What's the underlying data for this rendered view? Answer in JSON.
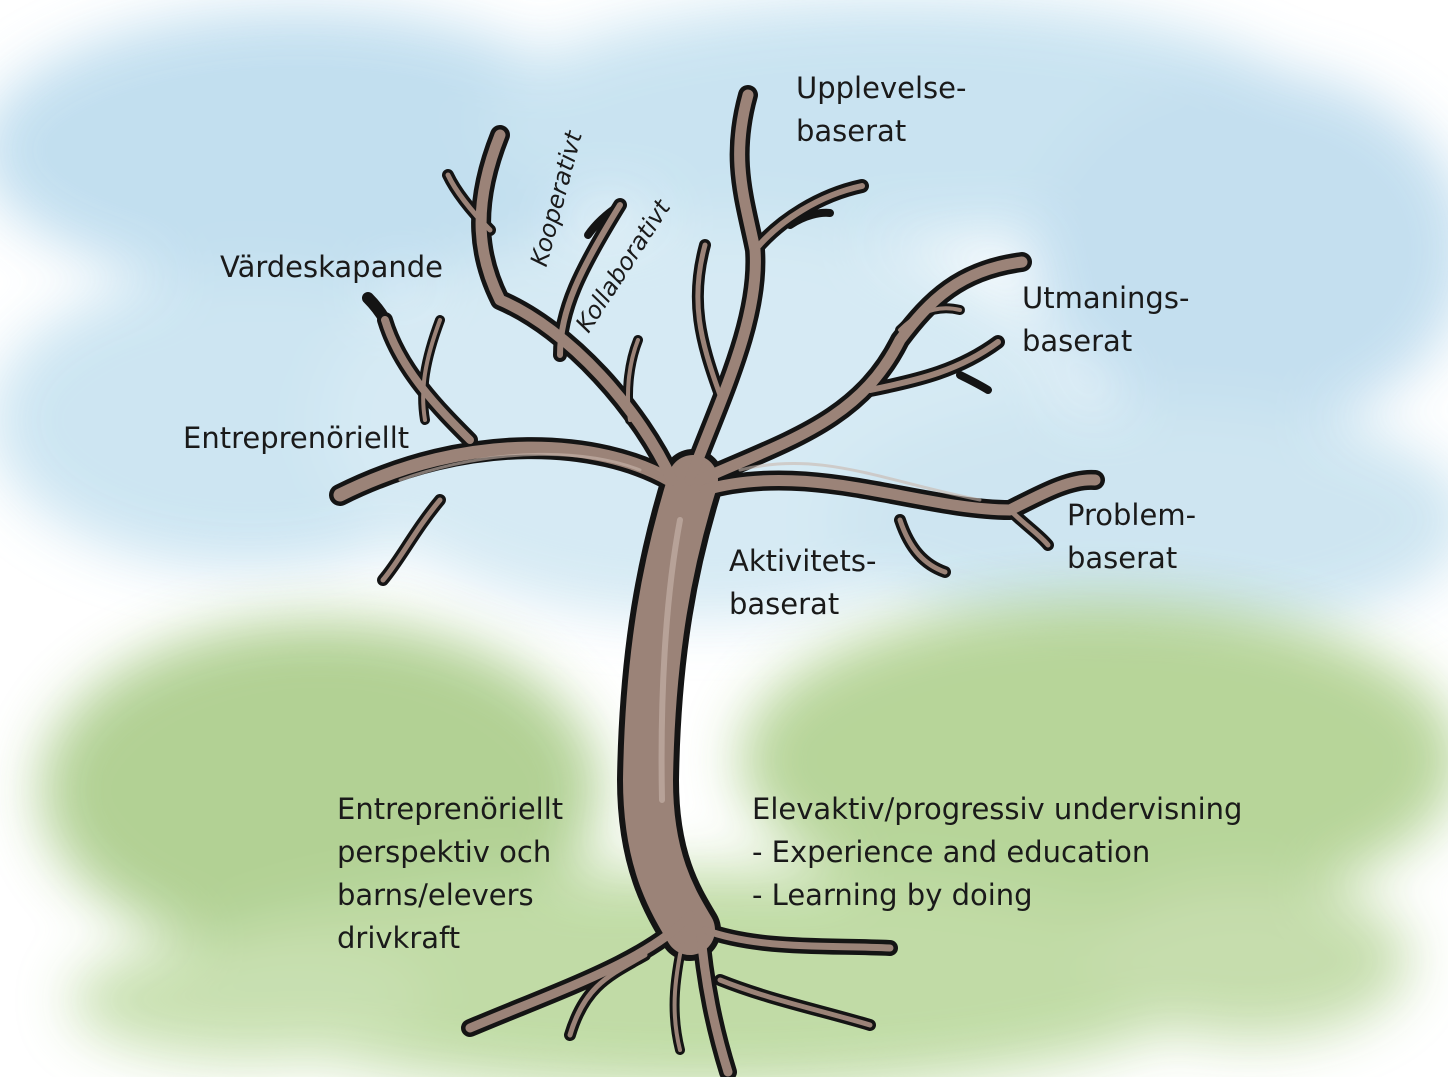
{
  "colors": {
    "sky": "#cfe6f2",
    "grass": "#b9d69e",
    "trunk_fill": "#9b8378",
    "trunk_outline": "#141414",
    "text": "#1a1a1a"
  },
  "labels": {
    "vardeskapande": "Värdeskapande",
    "entreprenoriellt": "Entreprenöriellt",
    "kooperativt": "Kooperativt",
    "kollaborativt": "Kollaborativt",
    "upplevelse": [
      "Upplevelse-",
      "baserat"
    ],
    "utmanings": [
      "Utmanings-",
      "baserat"
    ],
    "problem": [
      "Problem-",
      "baserat"
    ],
    "aktivitets": [
      "Aktivitets-",
      "baserat"
    ]
  },
  "roots_left": [
    "Entreprenöriellt",
    "perspektiv och",
    "barns/elevers",
    "drivkraft"
  ],
  "roots_right": [
    "Elevaktiv/progressiv undervisning",
    "- Experience and education",
    "- Learning by doing"
  ]
}
